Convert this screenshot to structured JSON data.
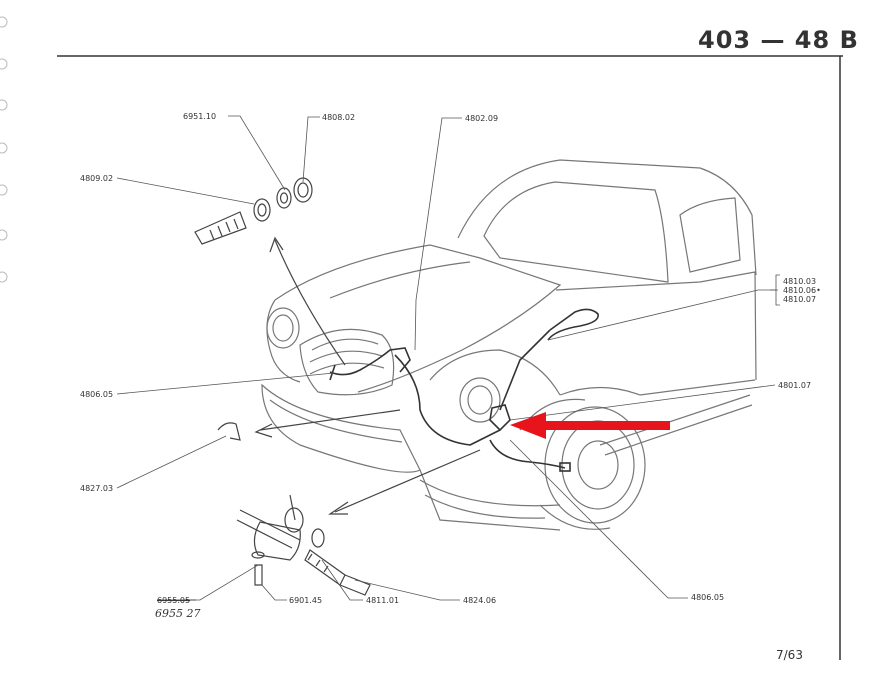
{
  "header": {
    "title": "403 — 48 B"
  },
  "footer": {
    "page": "7/63"
  },
  "parts": {
    "p6951_10": "6951.10",
    "p4808_02": "4808.02",
    "p4809_02": "4809.02",
    "p4802_09": "4802.09",
    "p4810_03": "4810.03",
    "p4810_06": "4810.06•",
    "p4810_07": "4810.07",
    "p4806_05_left": "4806.05",
    "p4801_07": "4801.07",
    "p4827_03": "4827.03",
    "p6955_05": "6955.05",
    "p6955_27": "6955 27",
    "p6901_45": "6901.45",
    "p4811_01": "4811.01",
    "p4824_06": "4824.06",
    "p4806_05_right": "4806.05"
  },
  "colors": {
    "highlight_arrow": "#e8141c",
    "line": "#444444"
  }
}
